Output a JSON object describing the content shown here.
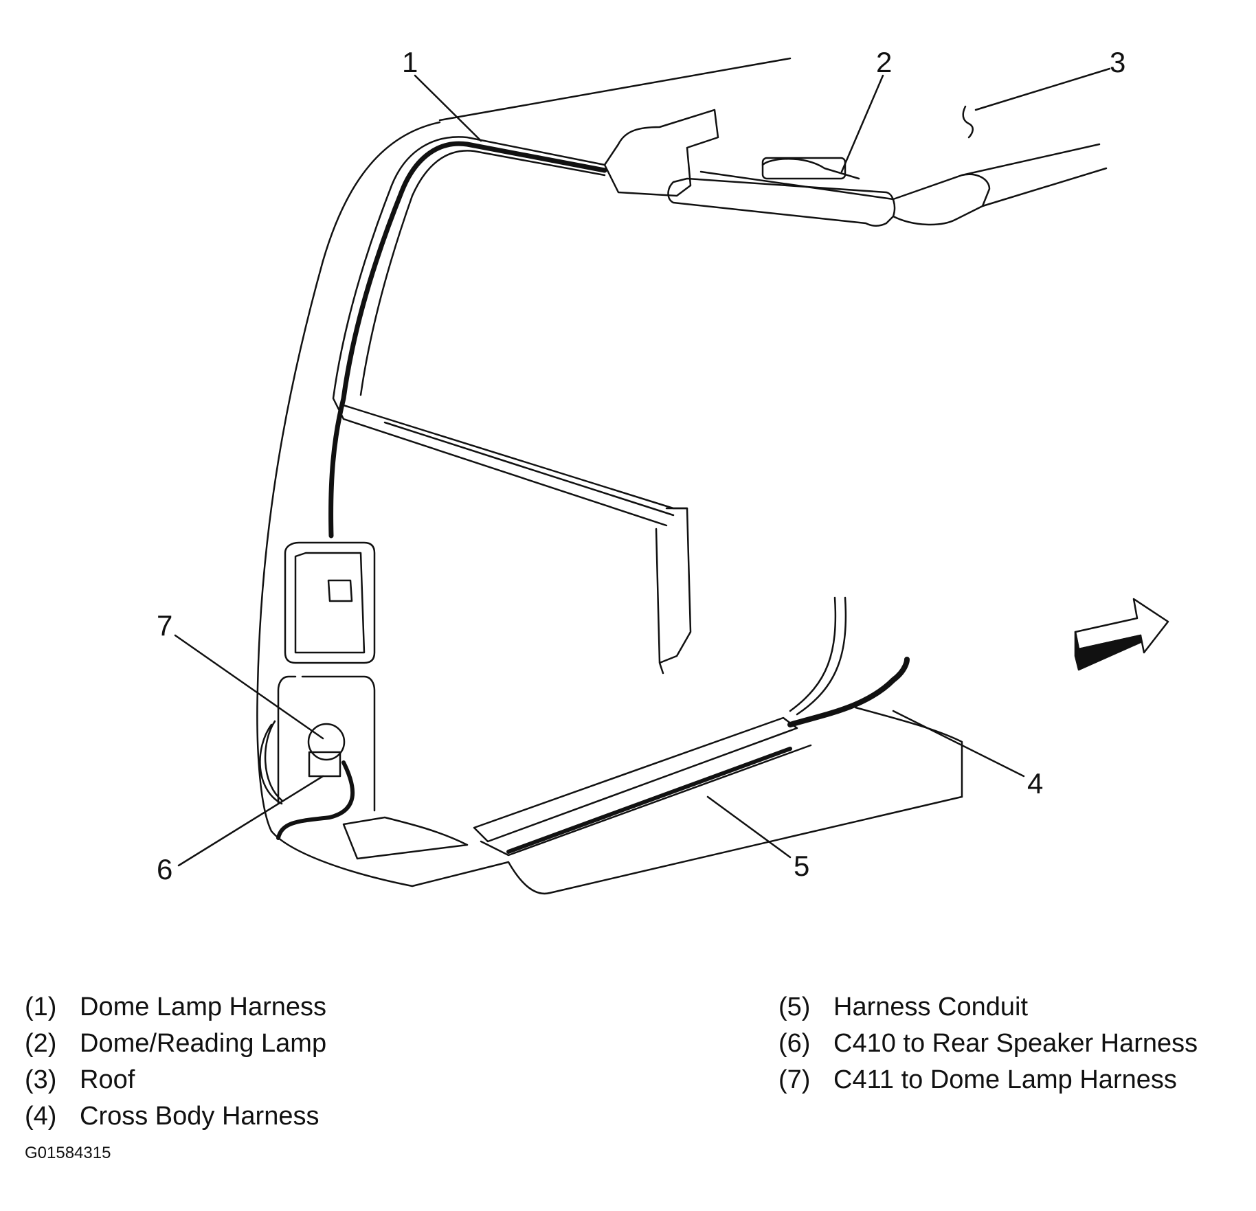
{
  "callouts": {
    "c1": "1",
    "c2": "2",
    "c3": "3",
    "c4": "4",
    "c5": "5",
    "c6": "6",
    "c7": "7"
  },
  "legend": {
    "left": [
      {
        "num": "(1)",
        "label": "Dome Lamp Harness"
      },
      {
        "num": "(2)",
        "label": "Dome/Reading Lamp"
      },
      {
        "num": "(3)",
        "label": "Roof"
      },
      {
        "num": "(4)",
        "label": "Cross Body Harness"
      }
    ],
    "right": [
      {
        "num": "(5)",
        "label": "Harness Conduit"
      },
      {
        "num": "(6)",
        "label": "C410 to Rear Speaker Harness"
      },
      {
        "num": "(7)",
        "label": "C411 to Dome Lamp Harness"
      }
    ]
  },
  "figure_code": "G01584315"
}
